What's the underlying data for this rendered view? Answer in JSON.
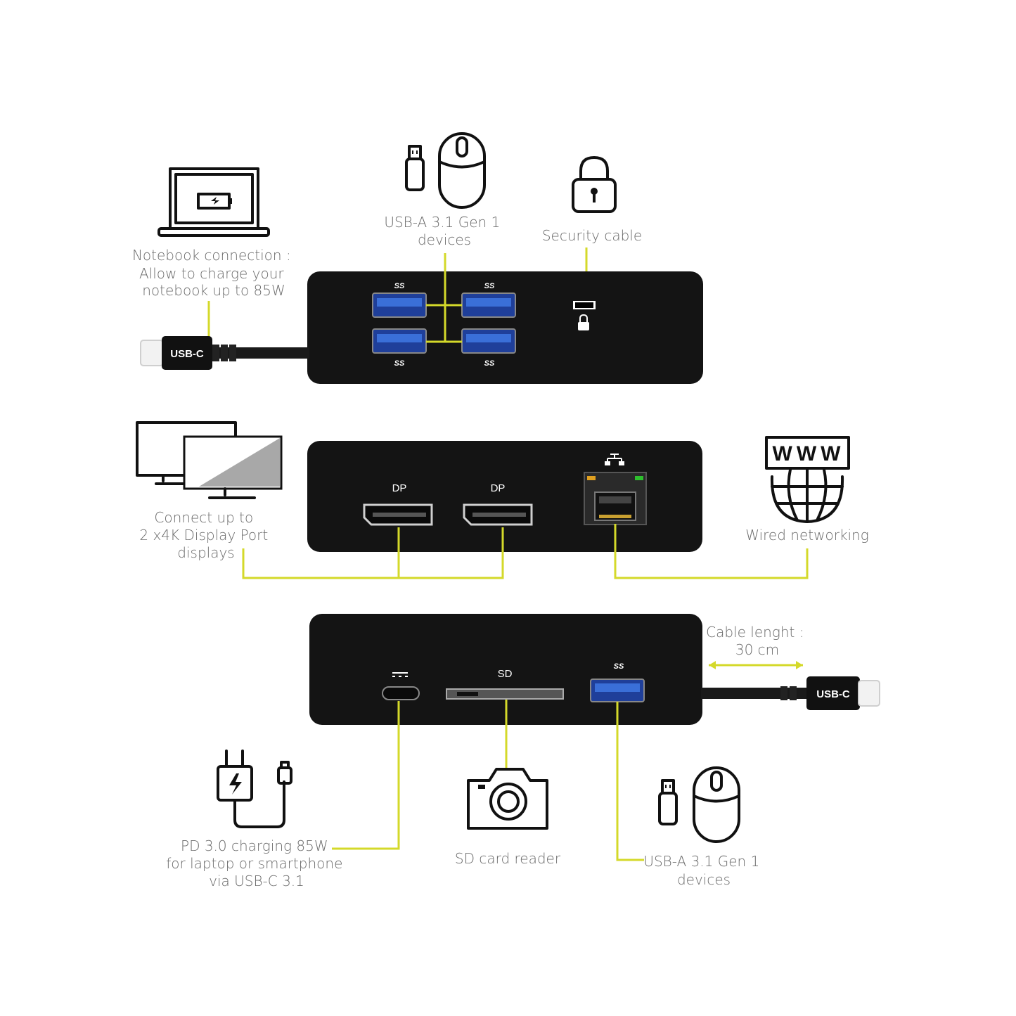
{
  "labels": {
    "notebook": [
      "Notebook connection :",
      "Allow to  charge your",
      "notebook up to 85W"
    ],
    "usb_top": [
      "USB-A 3.1 Gen 1",
      "devices"
    ],
    "security": "Security cable",
    "displays": [
      "Connect up to",
      "2 x4K Display Port",
      "displays"
    ],
    "wired": "Wired networking",
    "cable": [
      "Cable lenght :",
      "30 cm"
    ],
    "pd": [
      "PD 3.0 charging 85W",
      "for laptop or smartphone",
      "via USB-C 3.1"
    ],
    "sd": "SD card reader",
    "usb_bottom": [
      "USB-A 3.1 Gen 1",
      "devices"
    ]
  },
  "ports": {
    "usbc": "USB-C",
    "dp": "DP",
    "sd": "SD",
    "ss": "SS",
    "www": "WWW"
  },
  "colors": {
    "accent_line": "#d4d92a",
    "dock_body": "#141414",
    "usb_port": "#3a6fd8",
    "label_text": "#6a6a6a"
  },
  "icons": [
    "laptop-battery-icon",
    "usb-stick-icon",
    "mouse-icon",
    "padlock-icon",
    "dual-monitor-icon",
    "globe-www-icon",
    "charger-icon",
    "camera-icon"
  ]
}
